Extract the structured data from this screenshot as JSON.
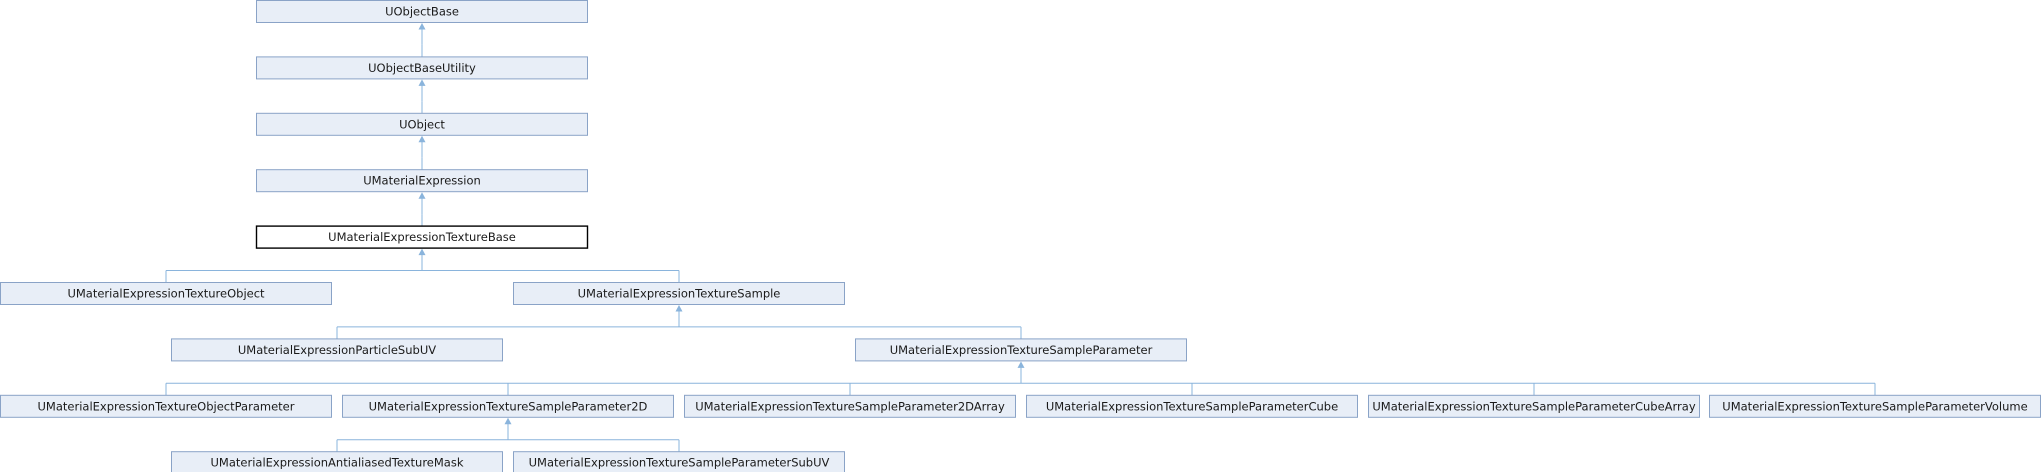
{
  "diagram": {
    "type": "class-inheritance",
    "current_class": "UMaterialExpressionTextureBase",
    "colors": {
      "node_fill": "#e8eef7",
      "node_border": "#8aa3c7",
      "current_fill": "#ffffff",
      "current_border": "#000000",
      "edge": "#8ab4dc"
    },
    "nodes": [
      {
        "id": "UObjectBase",
        "label": "UObjectBase",
        "parent": null
      },
      {
        "id": "UObjectBaseUtility",
        "label": "UObjectBaseUtility",
        "parent": "UObjectBase"
      },
      {
        "id": "UObject",
        "label": "UObject",
        "parent": "UObjectBaseUtility"
      },
      {
        "id": "UMaterialExpression",
        "label": "UMaterialExpression",
        "parent": "UObject"
      },
      {
        "id": "UMaterialExpressionTextureBase",
        "label": "UMaterialExpressionTextureBase",
        "parent": "UMaterialExpression",
        "current": true
      },
      {
        "id": "UMaterialExpressionTextureObject",
        "label": "UMaterialExpressionTextureObject",
        "parent": "UMaterialExpressionTextureBase"
      },
      {
        "id": "UMaterialExpressionTextureSample",
        "label": "UMaterialExpressionTextureSample",
        "parent": "UMaterialExpressionTextureBase"
      },
      {
        "id": "UMaterialExpressionParticleSubUV",
        "label": "UMaterialExpressionParticleSubUV",
        "parent": "UMaterialExpressionTextureSample"
      },
      {
        "id": "UMaterialExpressionTextureSampleParameter",
        "label": "UMaterialExpressionTextureSampleParameter",
        "parent": "UMaterialExpressionTextureSample"
      },
      {
        "id": "UMaterialExpressionTextureObjectParameter",
        "label": "UMaterialExpressionTextureObjectParameter",
        "parent": "UMaterialExpressionTextureSampleParameter"
      },
      {
        "id": "UMaterialExpressionTextureSampleParameter2D",
        "label": "UMaterialExpressionTextureSampleParameter2D",
        "parent": "UMaterialExpressionTextureSampleParameter"
      },
      {
        "id": "UMaterialExpressionTextureSampleParameter2DArray",
        "label": "UMaterialExpressionTextureSampleParameter2DArray",
        "parent": "UMaterialExpressionTextureSampleParameter"
      },
      {
        "id": "UMaterialExpressionTextureSampleParameterCube",
        "label": "UMaterialExpressionTextureSampleParameterCube",
        "parent": "UMaterialExpressionTextureSampleParameter"
      },
      {
        "id": "UMaterialExpressionTextureSampleParameterCubeArray",
        "label": "UMaterialExpressionTextureSampleParameterCubeArray",
        "parent": "UMaterialExpressionTextureSampleParameter"
      },
      {
        "id": "UMaterialExpressionTextureSampleParameterVolume",
        "label": "UMaterialExpressionTextureSampleParameterVolume",
        "parent": "UMaterialExpressionTextureSampleParameter"
      },
      {
        "id": "UMaterialExpressionAntialiasedTextureMask",
        "label": "UMaterialExpressionAntialiasedTextureMask",
        "parent": "UMaterialExpressionTextureSampleParameter2D"
      },
      {
        "id": "UMaterialExpressionTextureSampleParameterSubUV",
        "label": "UMaterialExpressionTextureSampleParameterSubUV",
        "parent": "UMaterialExpressionTextureSampleParameter2D"
      }
    ]
  }
}
